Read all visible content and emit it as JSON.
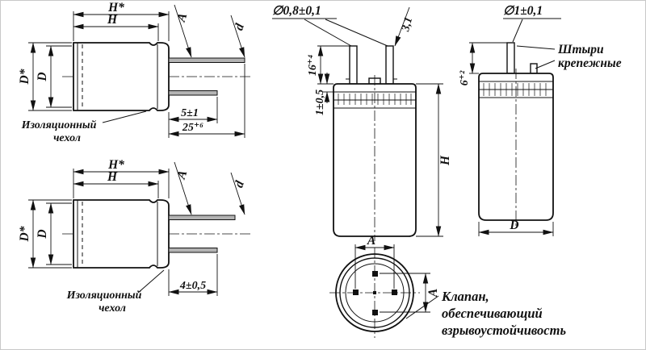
{
  "diagram": {
    "fig1": {
      "h_star": "H*",
      "h": "H",
      "d_star": "D*",
      "d": "D",
      "a": "A",
      "lead_d": "d",
      "len_5": "5±1",
      "len_25": "25⁺⁶",
      "sleeve_line1": "Изоляционный",
      "sleeve_line2": "чехол"
    },
    "fig2": {
      "h_star": "H*",
      "h": "H",
      "d_star": "D*",
      "d": "D",
      "a": "A",
      "lead_d": "d",
      "len_4": "4±0,5",
      "sleeve_line1": "Изоляционный",
      "sleeve_line2": "чехол"
    },
    "fig3": {
      "pin_dia": "∅0,8±0,1",
      "pin_offset": "3,1",
      "pin_len": "16⁺⁴",
      "seam": "1±0,5",
      "h": "H",
      "a_top": "A",
      "a_side": "A",
      "valve_line1": "Клапан,",
      "valve_line2": "обеспечивающий",
      "valve_line3": "взрывоустойчивость"
    },
    "fig4": {
      "pin_dia": "∅1±0,1",
      "pin_len": "6⁺²",
      "d": "D",
      "pins_line1": "Штыри",
      "pins_line2": "крепежные"
    }
  }
}
